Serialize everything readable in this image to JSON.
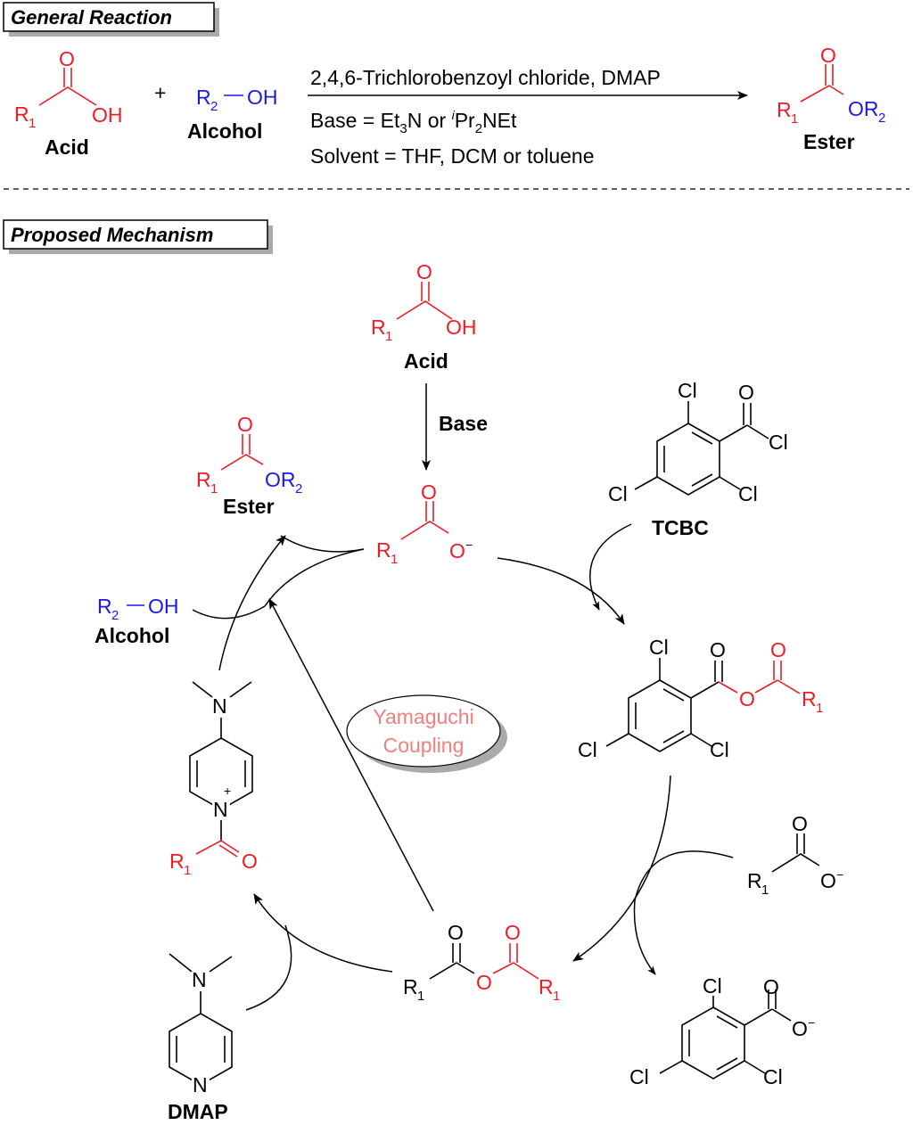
{
  "general": {
    "header": "General Reaction",
    "acid_label": "Acid",
    "alcohol_label": "Alcohol",
    "ester_label": "Ester",
    "plus": "+",
    "R1": "R",
    "sub1": "1",
    "R2": "R",
    "sub2": "2",
    "OH": "OH",
    "O": "O",
    "OR": "OR",
    "dash_OH": "OH",
    "cond_reagent": "2,4,6-Trichlorobenzoyl chloride, DMAP",
    "cond_base_a": "Base = Et",
    "cond_base_sub": "3",
    "cond_base_b": "N or ",
    "cond_base_i": "i",
    "cond_base_c": "Pr",
    "cond_base_sub2": "2",
    "cond_base_d": "NEt",
    "cond_solvent": "Solvent = THF,  DCM or toluene"
  },
  "mechanism": {
    "header": "Proposed Mechanism",
    "acid_label": "Acid",
    "base_label": "Base",
    "tcbc_label": "TCBC",
    "ester_label": "Ester",
    "alcohol_label": "Alcohol",
    "dmap_label": "DMAP",
    "center_line1": "Yamaguchi",
    "center_line2": "Coupling",
    "Cl": "Cl",
    "O": "O",
    "O_minus": "O",
    "minus": "−",
    "N": "N",
    "plus": "+",
    "OR": "OR",
    "OH": "OH"
  }
}
